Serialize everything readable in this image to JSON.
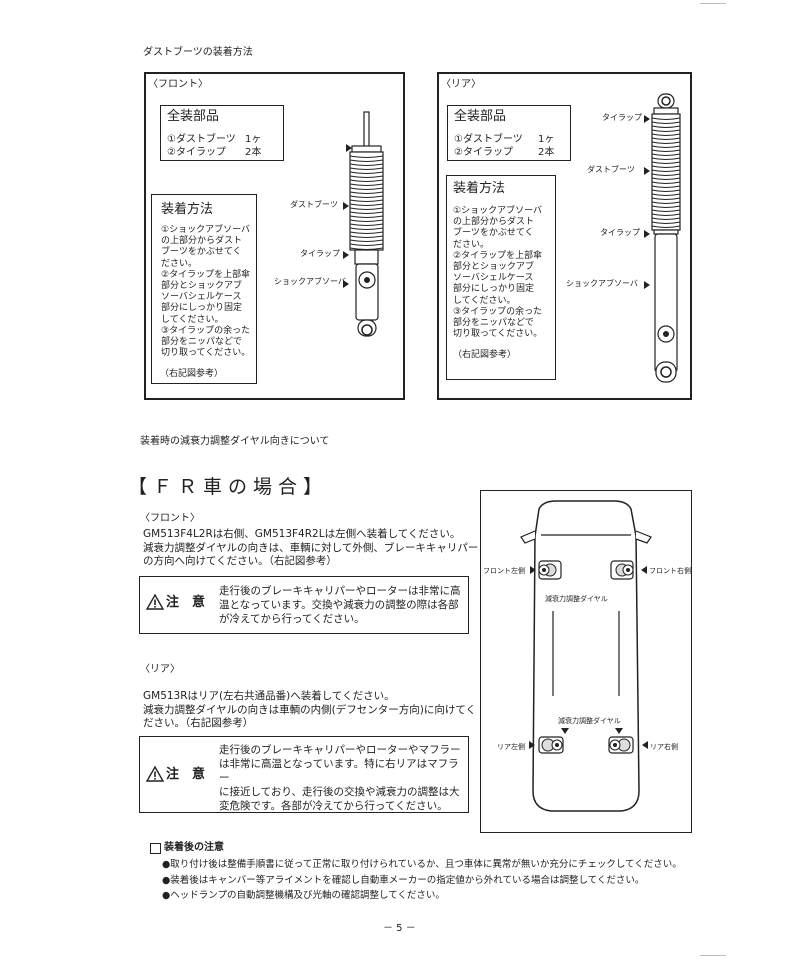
{
  "boot_section": {
    "heading": "ダストブーツの装着方法",
    "front": {
      "tag": "〈フロント〉",
      "parts_title": "全装部品",
      "parts": [
        {
          "name": "①ダストブーツ",
          "qty": "1ヶ"
        },
        {
          "name": "②タイラップ",
          "qty": "2本"
        }
      ],
      "method_title": "装着方法",
      "method_text": "①ショックアブソーバ\nの上部分からダスト\nブーツをかぶせてく\nださい。\n②タイラップを上部傘\n部分とショックアブ\nソーバシェルケース\n部分にしっかり固定\nしてください。\n③タイラップの余った\n部分をニッパなどで\n切り取ってください。",
      "method_note": "（右記図参考）",
      "labels": {
        "dust_boot": "ダストブーツ",
        "tie_wrap": "タイラップ",
        "shock": "ショックアブソーバ"
      }
    },
    "rear": {
      "tag": "〈リア〉",
      "parts_title": "全装部品",
      "parts": [
        {
          "name": "①ダストブーツ",
          "qty": "1ヶ"
        },
        {
          "name": "②タイラップ",
          "qty": "2本"
        }
      ],
      "method_title": "装着方法",
      "method_text": "①ショックアブソーバ\nの上部分からダスト\nブーツをかぶせてく\nださい。\n②タイラップを上部傘\n部分とショックアブ\nソーバシェルケース\n部分にしっかり固定\nしてください。\n③タイラップの余った\n部分をニッパなどで\n切り取ってください。",
      "method_note": "（右記図参考）",
      "labels": {
        "tie_wrap_top": "タイラップ",
        "dust_boot": "ダストブーツ",
        "tie_wrap_bottom": "タイラップ",
        "shock": "ショックアブソーバ"
      }
    }
  },
  "dial_section": {
    "heading": "装着時の減衰力調整ダイヤル向きについて",
    "fr_title": "【ＦＲ車の場合】",
    "front": {
      "tag": "〈フロント〉",
      "text": "GM513F4L2Rは右側、GM513F4R2Lは左側へ装着してください。\n減衰力調整ダイヤルの向きは、車輌に対して外側、ブレーキキャリパー\nの方向へ向けてください。（右記図参考）",
      "caution_label": "注　意",
      "caution_text": "走行後のブレーキキャリパーやローターは非常に高\n温となっています。交換や減衰力の調整の際は各部\nが冷えてから行ってください。"
    },
    "rear": {
      "tag": "〈リア〉",
      "text": "GM513Rはリア(左右共通品番)へ装着してください。\n減衰力調整ダイヤルの向きは車輌の内側(デフセンター方向)に向けてく\nださい。（右記図参考）",
      "caution_label": "注　意",
      "caution_text": "走行後のブレーキキャリパーやローターやマフラー\nは非常に高温となっています。特に右リアはマフラー\nに接近しており、走行後の交換や減衰力の調整は大\n変危険です。各部が冷えてから行ってください。"
    },
    "diagram": {
      "front_left": "フロント左側",
      "front_right": "フロント右側",
      "front_dial": "減衰力調整ダイヤル",
      "rear_dial": "減衰力調整ダイヤル",
      "rear_left": "リア左側",
      "rear_right": "リア右側"
    }
  },
  "notes": {
    "title": "装着後の注意",
    "items": [
      "●取り付け後は整備手順書に従って正常に取り付けられているか、且つ車体に異常が無いか充分にチェックしてください。",
      "●装着後はキャンバー等アライメントを確認し自動車メーカーの指定値から外れている場合は調整してください。",
      "●ヘッドランプの自動調整機構及び光軸の確認調整してください。"
    ]
  },
  "page_number": "－ 5 －"
}
